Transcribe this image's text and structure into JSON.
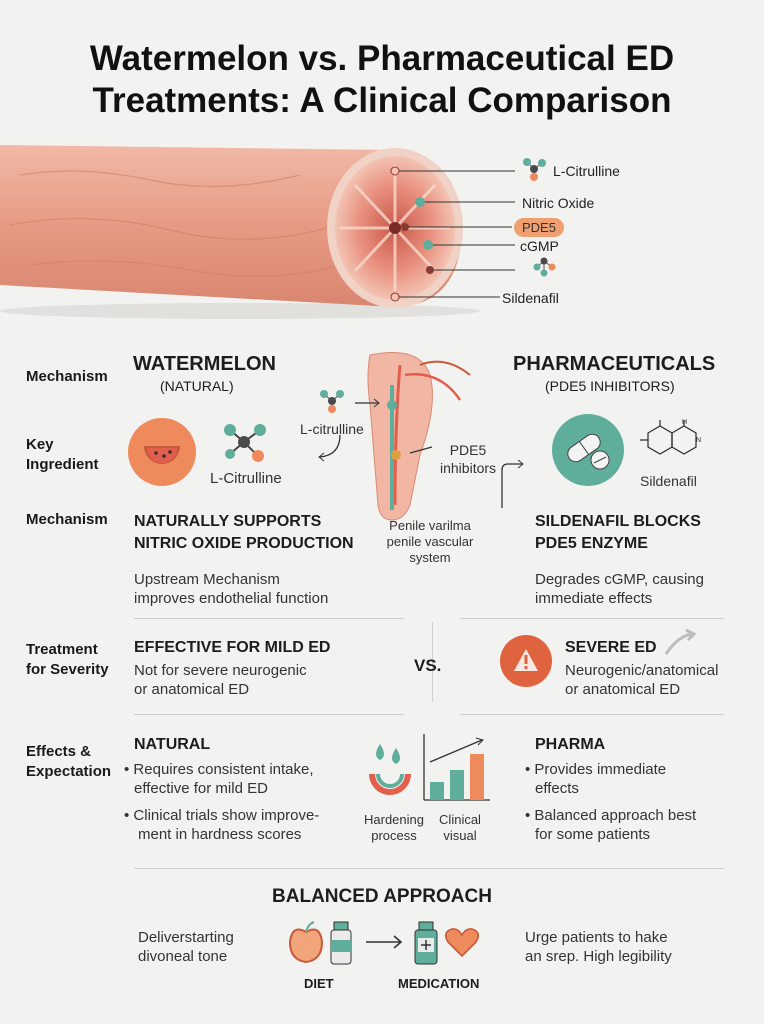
{
  "title": {
    "line1": "Watermelon vs. Pharmaceutical ED",
    "line2": "Treatments: A Clinical Comparison"
  },
  "hero_labels": {
    "l_citrulline": "L-Citrulline",
    "nitric_oxide": "Nitric Oxide",
    "pde5": "PDE5",
    "cgmp": "cGMP",
    "sildenafil": "Sildenafil"
  },
  "rows": {
    "mechanism": "Mechanism",
    "key_ingredient_1": "Key",
    "key_ingredient_2": "Ingredient",
    "mechanism2": "Mechanism",
    "treatment_1": "Treatment",
    "treatment_2": "for Severity",
    "effects_1": "Effects &",
    "effects_2": "Expectation"
  },
  "watermelon": {
    "title": "WATERMELON",
    "subtitle": "(NATURAL)",
    "ingredient": "L-Citrulline",
    "mech_head_1": "NATURALLY SUPPORTS",
    "mech_head_2": "NITRIC OXIDE PRODUCTION",
    "mech_body_1": "Upstream Mechanism",
    "mech_body_2": "improves endothelial function",
    "severity_head": "EFFECTIVE FOR MILD ED",
    "severity_body_1": "Not for severe neurogenic",
    "severity_body_2": "or anatomical ED",
    "effects_head": "NATURAL",
    "bullet1_1": "Requires consistent intake,",
    "bullet1_2": "effective for mild ED",
    "bullet2_1": "Clinical trials show improve-",
    "bullet2_2": "ment in hardness scores"
  },
  "center": {
    "l_citrulline": "L-citrulline",
    "pde5_1": "PDE5",
    "pde5_2": "inhibitors",
    "penile_1": "Penile varilma",
    "penile_2": "penile vascular",
    "penile_3": "system",
    "vs": "VS.",
    "hardening_1": "Hardening",
    "hardening_2": "process",
    "clinical_1": "Clinical",
    "clinical_2": "visual"
  },
  "pharma": {
    "title": "PHARMACEUTICALS",
    "subtitle": "(PDE5 INHIBITORS)",
    "ingredient": "Sildenafil",
    "mech_head_1": "SILDENAFIL BLOCKS",
    "mech_head_2": "PDE5 ENZYME",
    "mech_body_1": "Degrades cGMP, causing",
    "mech_body_2": "immediate effects",
    "severity_head": "SEVERE ED",
    "severity_body_1": "Neurogenic/anatomical",
    "severity_body_2": "or anatomical ED",
    "effects_head": "PHARMA",
    "bullet1_1": "Provides immediate",
    "bullet1_2": "effects",
    "bullet2_1": "Balanced approach best",
    "bullet2_2": "for some patients"
  },
  "balanced": {
    "title": "BALANCED APPROACH",
    "left_1": "Deliverstarting",
    "left_2": "divoneal tone",
    "right_1": "Urge patients to hake",
    "right_2": "an srep. High legibility",
    "diet": "DIET",
    "medication": "MEDICATION"
  },
  "colors": {
    "watermelon_orange": "#ee8a5c",
    "teal": "#5fae9c",
    "danger": "#e0633f",
    "tissue": "#e9a48f"
  },
  "icons": [
    "watermelon-icon",
    "molecule-icon",
    "pill-icon",
    "sildenafil-structure-icon",
    "warning-icon",
    "drop-icon",
    "bar-chart-icon",
    "apple-icon",
    "bottle-icon",
    "heart-icon",
    "arrow-icon"
  ]
}
